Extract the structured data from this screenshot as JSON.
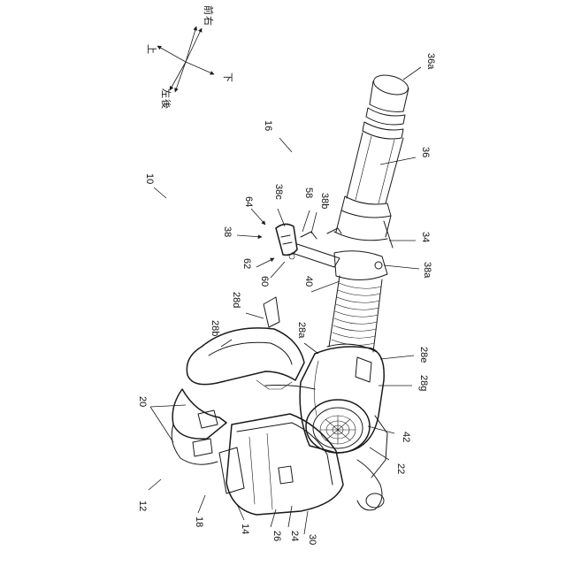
{
  "directions": {
    "up": "上",
    "front": "前",
    "right": "右",
    "left": "左",
    "rear": "後",
    "down": "下"
  },
  "labels": {
    "l10": "10",
    "l12": "12",
    "l14": "14",
    "l16": "16",
    "l18": "18",
    "l20": "20",
    "l22": "22",
    "l24": "24",
    "l26": "26",
    "l28a": "28a",
    "l28b": "28b",
    "l28d": "28d",
    "l28e": "28e",
    "l28g": "28g",
    "l30": "30",
    "l34": "34",
    "l36": "36",
    "l36a": "36a",
    "l38": "38",
    "l38a": "38a",
    "l38b": "38b",
    "l38c": "38c",
    "l40": "40",
    "l42": "42",
    "l58": "58",
    "l60": "60",
    "l62": "62",
    "l64": "64"
  }
}
